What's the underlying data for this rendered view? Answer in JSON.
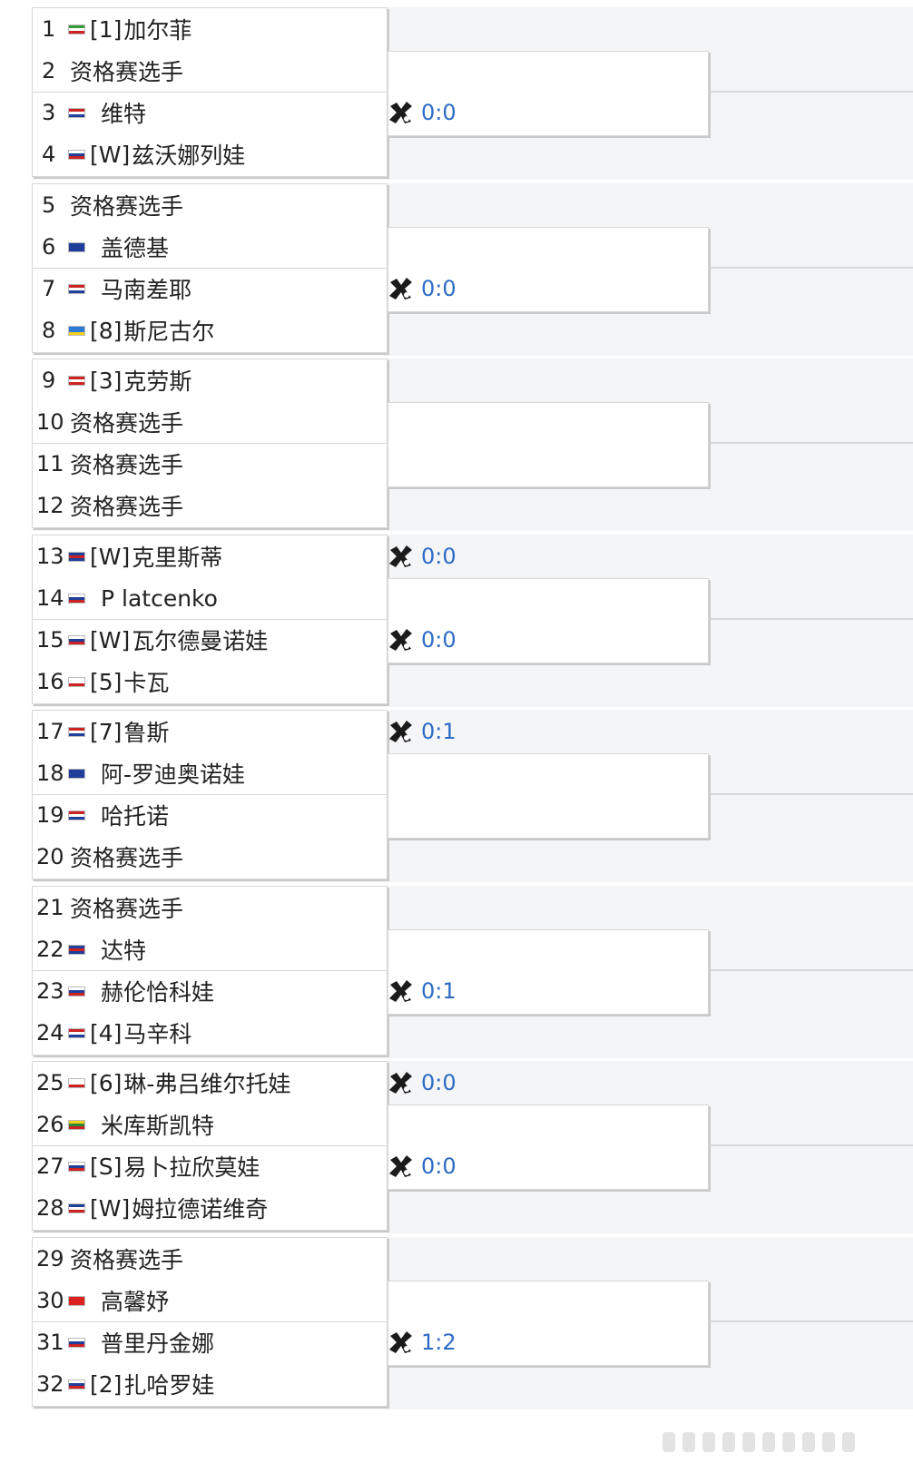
{
  "bracket": {
    "sections": [
      {
        "players": [
          {
            "num": "1",
            "flag": [
              "#3a9a3a",
              "#ffffff",
              "#cc2222"
            ],
            "seed": "[1]",
            "name": "加尔菲"
          },
          {
            "num": "2",
            "flag": null,
            "seed": "",
            "name": "资格赛选手"
          },
          {
            "num": "3",
            "flag": [
              "#cc2222",
              "#ffffff",
              "#1f3f9a"
            ],
            "seed": "",
            "name": "维特"
          },
          {
            "num": "4",
            "flag": [
              "#ffffff",
              "#1f3f9a",
              "#cc2222"
            ],
            "seed": "[W]",
            "name": "兹沃娜列娃"
          }
        ],
        "scores": [
          {
            "text": "0:0",
            "row": 2
          }
        ]
      },
      {
        "players": [
          {
            "num": "5",
            "flag": null,
            "seed": "",
            "name": "资格赛选手"
          },
          {
            "num": "6",
            "flag": [
              "#1f3f9a",
              "#1f3f9a",
              "#1f3f9a"
            ],
            "seed": "",
            "name": "盖德基"
          },
          {
            "num": "7",
            "flag": [
              "#cc2222",
              "#ffffff",
              "#1f3f9a"
            ],
            "seed": "",
            "name": "马南差耶"
          },
          {
            "num": "8",
            "flag": [
              "#2e7bd6",
              "#2e7bd6",
              "#f2d11b"
            ],
            "seed": "[8]",
            "name": "斯尼古尔"
          }
        ],
        "scores": [
          {
            "text": "0:0",
            "row": 2
          }
        ]
      },
      {
        "players": [
          {
            "num": "9",
            "flag": [
              "#cc2222",
              "#ffffff",
              "#cc2222"
            ],
            "seed": "[3]",
            "name": "克劳斯"
          },
          {
            "num": "10",
            "flag": null,
            "seed": "",
            "name": "资格赛选手"
          },
          {
            "num": "11",
            "flag": null,
            "seed": "",
            "name": "资格赛选手"
          },
          {
            "num": "12",
            "flag": null,
            "seed": "",
            "name": "资格赛选手"
          }
        ],
        "scores": []
      },
      {
        "players": [
          {
            "num": "13",
            "flag": [
              "#1f3f9a",
              "#cc2222",
              "#1f3f9a"
            ],
            "seed": "[W]",
            "name": "克里斯蒂"
          },
          {
            "num": "14",
            "flag": [
              "#ffffff",
              "#1f3f9a",
              "#cc2222"
            ],
            "seed": "",
            "name": "P latcenko"
          },
          {
            "num": "15",
            "flag": [
              "#ffffff",
              "#1f3f9a",
              "#cc2222"
            ],
            "seed": "[W]",
            "name": "瓦尔德曼诺娃"
          },
          {
            "num": "16",
            "flag": [
              "#ffffff",
              "#ffffff",
              "#cc2222"
            ],
            "seed": "[5]",
            "name": "卡瓦"
          }
        ],
        "scores": [
          {
            "text": "0:0",
            "row": 0
          },
          {
            "text": "0:0",
            "row": 2
          }
        ]
      },
      {
        "players": [
          {
            "num": "17",
            "flag": [
              "#cc2222",
              "#ffffff",
              "#1f3f9a"
            ],
            "seed": "[7]",
            "name": "鲁斯"
          },
          {
            "num": "18",
            "flag": [
              "#1f3f9a",
              "#1f3f9a",
              "#1f3f9a"
            ],
            "seed": "",
            "name": "阿-罗迪奥诺娃"
          },
          {
            "num": "19",
            "flag": [
              "#cc2222",
              "#ffffff",
              "#1f3f9a"
            ],
            "seed": "",
            "name": "哈托诺"
          },
          {
            "num": "20",
            "flag": null,
            "seed": "",
            "name": "资格赛选手"
          }
        ],
        "scores": [
          {
            "text": "0:1",
            "row": 0
          }
        ]
      },
      {
        "players": [
          {
            "num": "21",
            "flag": null,
            "seed": "",
            "name": "资格赛选手"
          },
          {
            "num": "22",
            "flag": [
              "#1f3f9a",
              "#cc2222",
              "#1f3f9a"
            ],
            "seed": "",
            "name": "达特"
          },
          {
            "num": "23",
            "flag": [
              "#ffffff",
              "#1f3f9a",
              "#cc2222"
            ],
            "seed": "",
            "name": "赫伦恰科娃"
          },
          {
            "num": "24",
            "flag": [
              "#cc2222",
              "#ffffff",
              "#1f3f9a"
            ],
            "seed": "[4]",
            "name": "马辛科"
          }
        ],
        "scores": [
          {
            "text": "0:1",
            "row": 2
          }
        ]
      },
      {
        "players": [
          {
            "num": "25",
            "flag": [
              "#ffffff",
              "#ffffff",
              "#cc2222"
            ],
            "seed": "[6]",
            "name": "琳-弗吕维尔托娃"
          },
          {
            "num": "26",
            "flag": [
              "#f2d11b",
              "#2a8a3a",
              "#cc2222"
            ],
            "seed": "",
            "name": "米库斯凯特"
          },
          {
            "num": "27",
            "flag": [
              "#ffffff",
              "#1f3f9a",
              "#cc2222"
            ],
            "seed": "[S]",
            "name": "易卜拉欣莫娃"
          },
          {
            "num": "28",
            "flag": [
              "#1f3f9a",
              "#ffffff",
              "#cc2222"
            ],
            "seed": "[W]",
            "name": "姆拉德诺维奇"
          }
        ],
        "scores": [
          {
            "text": "0:0",
            "row": 0
          },
          {
            "text": "0:0",
            "row": 2
          }
        ]
      },
      {
        "players": [
          {
            "num": "29",
            "flag": null,
            "seed": "",
            "name": "资格赛选手"
          },
          {
            "num": "30",
            "flag": [
              "#dd2222",
              "#dd2222",
              "#dd2222"
            ],
            "seed": "",
            "name": "高馨妤"
          },
          {
            "num": "31",
            "flag": [
              "#ffffff",
              "#1f3f9a",
              "#cc2222"
            ],
            "seed": "",
            "name": "普里丹金娜"
          },
          {
            "num": "32",
            "flag": [
              "#ffffff",
              "#1f3f9a",
              "#cc2222"
            ],
            "seed": "[2]",
            "name": "扎哈罗娃"
          }
        ],
        "scores": [
          {
            "text": "1:2",
            "row": 2
          }
        ]
      }
    ]
  }
}
